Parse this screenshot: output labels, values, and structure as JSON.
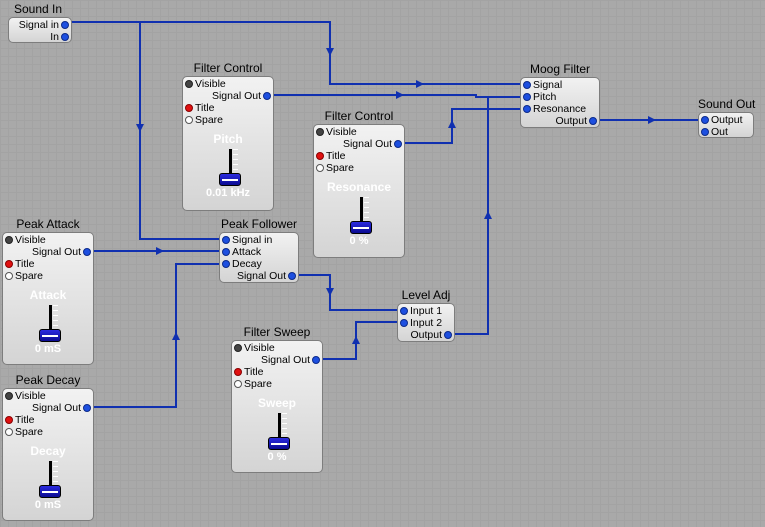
{
  "wire_color": "#1030b0",
  "modules": {
    "sound_in": {
      "title": "Sound In",
      "ports": {
        "signal_in": "Signal in",
        "in": "In"
      }
    },
    "filter_control_pitch": {
      "title": "Filter Control",
      "ports": {
        "visible": "Visible",
        "signal_out": "Signal Out",
        "title": "Title",
        "spare": "Spare"
      },
      "control_label": "Pitch",
      "control_value": "0.01 kHz",
      "level": 0.0
    },
    "filter_control_res": {
      "title": "Filter Control",
      "ports": {
        "visible": "Visible",
        "signal_out": "Signal Out",
        "title": "Title",
        "spare": "Spare"
      },
      "control_label": "Resonance",
      "control_value": "0 %",
      "level": 0.0
    },
    "moog_filter": {
      "title": "Moog Filter",
      "ports": {
        "signal": "Signal",
        "pitch": "Pitch",
        "resonance": "Resonance",
        "output": "Output"
      }
    },
    "sound_out": {
      "title": "Sound Out",
      "ports": {
        "output": "Output",
        "out": "Out"
      }
    },
    "peak_attack": {
      "title": "Peak Attack",
      "ports": {
        "visible": "Visible",
        "signal_out": "Signal Out",
        "title": "Title",
        "spare": "Spare"
      },
      "control_label": "Attack",
      "control_value": "0 mS",
      "level": 0.0
    },
    "peak_follower": {
      "title": "Peak Follower",
      "ports": {
        "signal_in": "Signal in",
        "attack": "Attack",
        "decay": "Decay",
        "signal_out": "Signal Out"
      }
    },
    "level_adj": {
      "title": "Level Adj",
      "ports": {
        "input1": "Input 1",
        "input2": "Input 2",
        "output": "Output"
      }
    },
    "filter_sweep": {
      "title": "Filter Sweep",
      "ports": {
        "visible": "Visible",
        "signal_out": "Signal Out",
        "title": "Title",
        "spare": "Spare"
      },
      "control_label": "Sweep",
      "control_value": "0 %",
      "level": 0.0
    },
    "peak_decay": {
      "title": "Peak Decay",
      "ports": {
        "visible": "Visible",
        "signal_out": "Signal Out",
        "title": "Title",
        "spare": "Spare"
      },
      "control_label": "Decay",
      "control_value": "0 mS",
      "level": 0.0
    }
  }
}
